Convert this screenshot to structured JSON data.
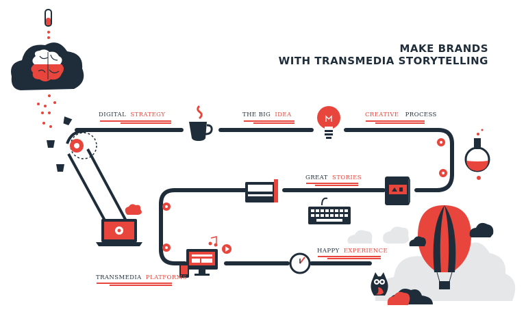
{
  "title": {
    "line1": "MAKE BRANDS",
    "line2": "WITH TRANSMEDIA STORYTELLING"
  },
  "stages": {
    "digital_strategy": {
      "word1": "DIGITAL",
      "word2": "STRATEGY"
    },
    "big_idea": {
      "word1": "THE BIG",
      "word2": "IDEA"
    },
    "creative_process": {
      "word1": "CREATIVE",
      "word2": "PROCESS"
    },
    "great_stories": {
      "word1": "GREAT",
      "word2": "STORIES"
    },
    "happy_experience": {
      "word1": "HAPPY",
      "word2": "EXPERIENCE"
    },
    "transmedia_platforms": {
      "word1": "TRANSMEDIA",
      "word2": "PLATFORMS"
    }
  },
  "colors": {
    "navy": "#1f2d3a",
    "red": "#e8453c",
    "cloud_gray": "#e6e7e9"
  },
  "icons": [
    "test-tube-icon",
    "brain-cloud-icon",
    "coffee-cup-icon",
    "lightbulb-icon",
    "flask-icon",
    "notebook-icon",
    "keyboard-icon",
    "typewriter-icon",
    "laptop-icon",
    "gear-icon",
    "devices-icon",
    "music-note-icon",
    "play-icon",
    "clock-icon",
    "hot-air-balloon-icon",
    "owl-icon",
    "cloud-icon"
  ]
}
